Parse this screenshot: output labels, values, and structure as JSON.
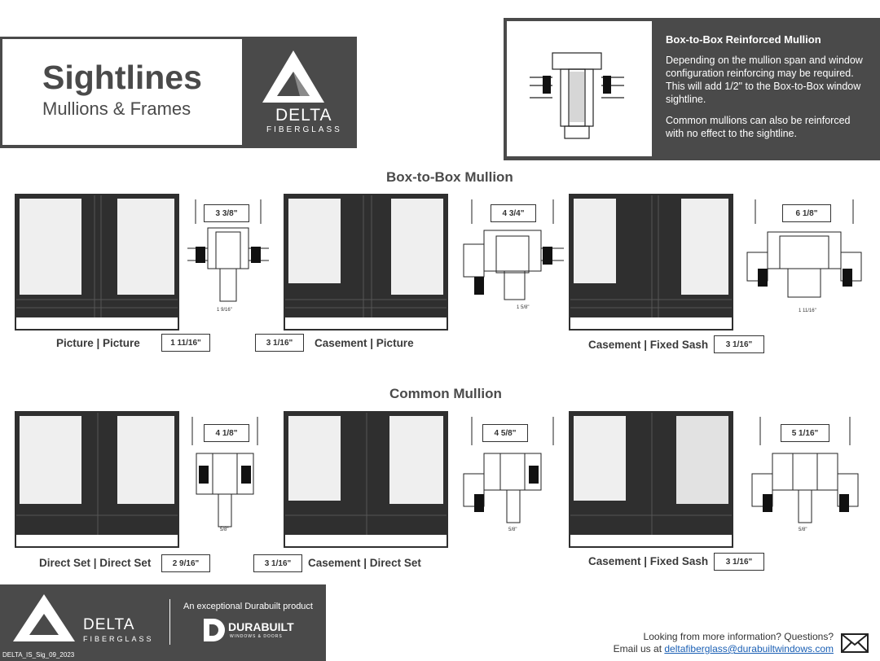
{
  "header": {
    "title": "Sightlines",
    "subtitle": "Mullions & Frames",
    "logo_word": "DELTA",
    "logo_sub": "FIBERGLASS"
  },
  "info": {
    "title": "Box-to-Box Reinforced Mullion",
    "para1": "Depending on the mullion span and window configuration reinforcing may be required. This will add 1/2\" to the Box-to-Box window sightline.",
    "para2": "Common mullions can also be reinforced with no effect to the sightline."
  },
  "sections": {
    "box_title": "Box-to-Box Mullion",
    "common_title": "Common Mullion"
  },
  "box_row": [
    {
      "caption": "Picture | Picture",
      "width_dim": "3 3/8\"",
      "sight_dim": "1 11/16\"",
      "small_dim": "1 9/16\""
    },
    {
      "caption": "Casement | Picture",
      "width_dim": "4 3/4\"",
      "sight_dim": "3 1/16\"",
      "small_dim": "1 5/8\""
    },
    {
      "caption": "Casement | Fixed Sash",
      "width_dim": "6 1/8\"",
      "sight_dim": "3 1/16\"",
      "small_dim": "1 11/16\""
    }
  ],
  "common_row": [
    {
      "caption": "Direct Set | Direct Set",
      "width_dim": "4 1/8\"",
      "sight_dim": "2 9/16\"",
      "small_dim": "5/8\""
    },
    {
      "caption": "Casement | Direct Set",
      "width_dim": "4 5/8\"",
      "sight_dim": "3 1/16\"",
      "small_dim": "5/8\""
    },
    {
      "caption": "Casement | Fixed Sash",
      "width_dim": "5 1/16\"",
      "sight_dim": "3 1/16\"",
      "small_dim": "5/8\""
    }
  ],
  "footer": {
    "tagline": "An exceptional Durabuilt product",
    "durabuilt_word": "DURABUILT",
    "durabuilt_sub": "WINDOWS & DOORS",
    "doc_code": "DELTA_IS_Sig_09_2023",
    "contact_line": "Looking from more information? Questions?",
    "email_prefix": "Email us at ",
    "email": "deltafiberglass@durabuiltwindows.com"
  },
  "colors": {
    "dark_panel": "#4a4a4a",
    "frame": "#2f2f2f",
    "glass": "#efefef",
    "link": "#1a5fb4"
  },
  "icons": [
    "delta-logo-icon",
    "durabuilt-logo-icon",
    "envelope-icon",
    "mullion-section-icon"
  ]
}
